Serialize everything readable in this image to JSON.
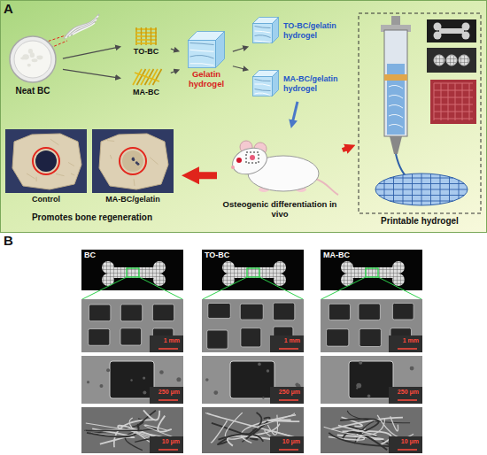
{
  "diagram": {
    "nodes": [
      {
        "text": [
          "Neat BC"
        ]
      },
      {
        "text": [
          "TO-BC"
        ]
      },
      {
        "text": [
          "MA-BC"
        ]
      },
      {
        "text": [
          "Gelatin hydrogel"
        ]
      },
      {
        "text": [
          "TO-BC/gelatin hydrogel"
        ]
      },
      {
        "text": [
          "MA-BC/gelatin hydrogel"
        ]
      },
      {
        "text": [
          "Printable hydrogel"
        ]
      },
      {
        "text": [
          "Osteogenic differentiation in vivo"
        ]
      },
      {
        "text": [
          "Promotes bone regeneration"
        ]
      },
      {
        "text": [
          "Control"
        ],
        "in": 8
      },
      {
        "text": [
          "MA-BC/gelatin"
        ],
        "in": 8
      }
    ],
    "edges": [
      {
        "from": 0,
        "to": 1,
        "arrow": "to"
      },
      {
        "from": 0,
        "to": 2,
        "arrow": "to"
      },
      {
        "from": 1,
        "to": 3,
        "arrow": "to"
      },
      {
        "from": 2,
        "to": 3,
        "arrow": "to"
      },
      {
        "from": 3,
        "to": 4,
        "arrow": "to"
      },
      {
        "from": 3,
        "to": 5,
        "arrow": "to"
      },
      {
        "from": 5,
        "to": 7,
        "arrow": "to"
      },
      {
        "from": 7,
        "to": 8,
        "arrow": "to"
      },
      {
        "from": 7,
        "to": 6,
        "arrow": "to"
      }
    ],
    "labels": [
      "A",
      "B",
      "BC",
      "TO-BC",
      "MA-BC",
      "1 mm",
      "1 mm",
      "1 mm",
      "250 μm",
      "250 μm",
      "250 μm",
      "10 μm",
      "10 μm",
      "10 μm"
    ]
  }
}
